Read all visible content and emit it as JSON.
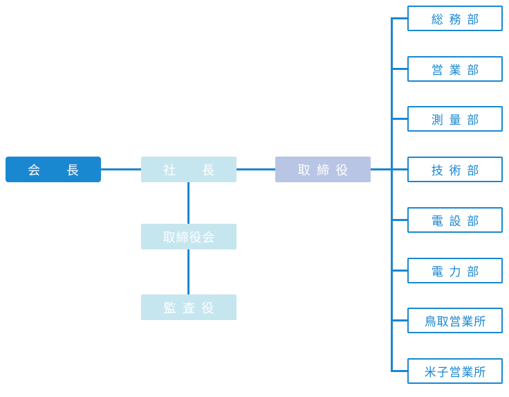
{
  "colors": {
    "primary": "#1a87d1",
    "box-cyan": "#c6e6ef",
    "box-lavender": "#b9c5e4",
    "box-text-light": "#ffffff",
    "background": "#ffffff"
  },
  "org": {
    "executives": {
      "chairman": {
        "label": "会　長"
      },
      "president": {
        "label": "社　長"
      },
      "director": {
        "label": "取 締 役"
      },
      "board": {
        "label": "取締役会"
      },
      "auditor": {
        "label": "監 査 役"
      }
    },
    "departments": [
      {
        "label": "総 務 部"
      },
      {
        "label": "営 業 部"
      },
      {
        "label": "測 量 部"
      },
      {
        "label": "技 術 部"
      },
      {
        "label": "電 設 部"
      },
      {
        "label": "電 力 部"
      },
      {
        "label": "鳥取営業所"
      },
      {
        "label": "米子営業所"
      }
    ]
  }
}
